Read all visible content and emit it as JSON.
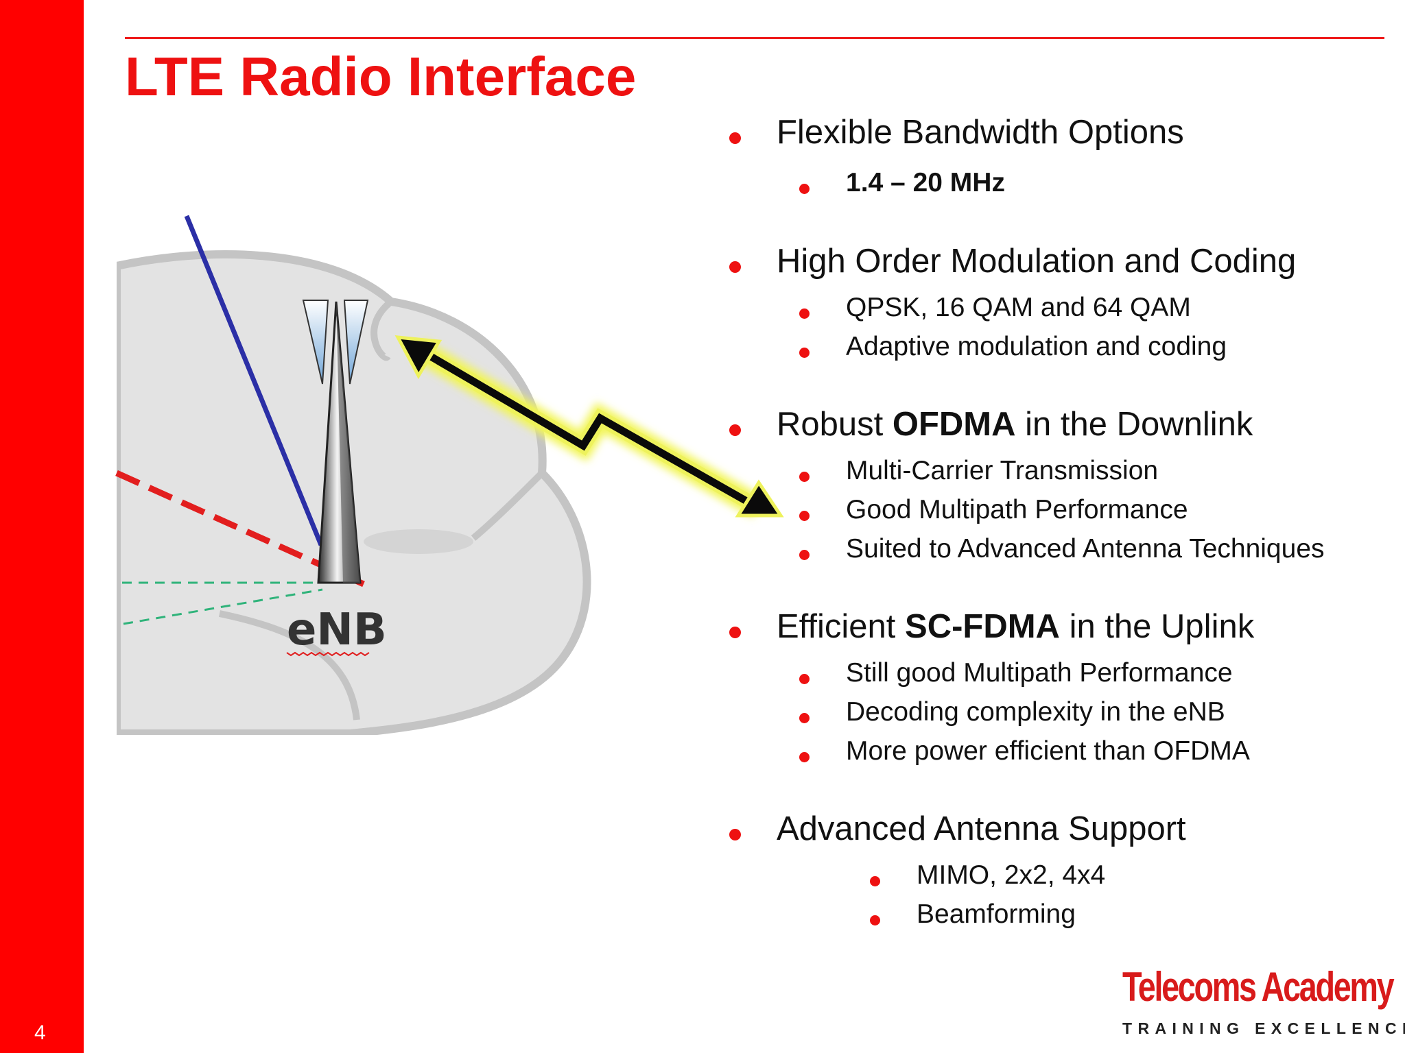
{
  "slide": {
    "title": "LTE Radio Interface",
    "page_number": "4",
    "accent_color": "#ff0000"
  },
  "diagram": {
    "enb_label": "eNB",
    "icons": [
      "cell-coverage-cloud-icon",
      "cell-tower-icon",
      "radio-link-arrow-icon"
    ]
  },
  "bullets": [
    {
      "text": "Flexible Bandwidth Options",
      "subs": [
        {
          "text": "1.4 – 20 MHz",
          "bold": true
        }
      ]
    },
    {
      "text": "High Order Modulation and Coding",
      "subs": [
        {
          "text": "QPSK, 16 QAM and 64 QAM"
        },
        {
          "text": "Adaptive modulation and coding"
        }
      ]
    },
    {
      "pre": "Robust ",
      "bold": "OFDMA",
      "post": " in the Downlink",
      "subs": [
        {
          "text": "Multi-Carrier Transmission"
        },
        {
          "text": "Good Multipath Performance"
        },
        {
          "text": "Suited to Advanced  Antenna Techniques"
        }
      ]
    },
    {
      "pre": "Efficient ",
      "bold": "SC-FDMA",
      "post": " in the Uplink",
      "subs": [
        {
          "text": "Still good Multipath Performance"
        },
        {
          "text": "Decoding complexity in the eNB"
        },
        {
          "text": "More power efficient than OFDMA"
        }
      ]
    },
    {
      "text": "Advanced Antenna Support",
      "subs": [
        {
          "text": "MIMO, 2x2, 4x4"
        },
        {
          "text": "Beamforming"
        }
      ]
    }
  ],
  "logo": {
    "name": "Telecoms Academy",
    "tagline": "TRAINING EXCELLENCE"
  }
}
